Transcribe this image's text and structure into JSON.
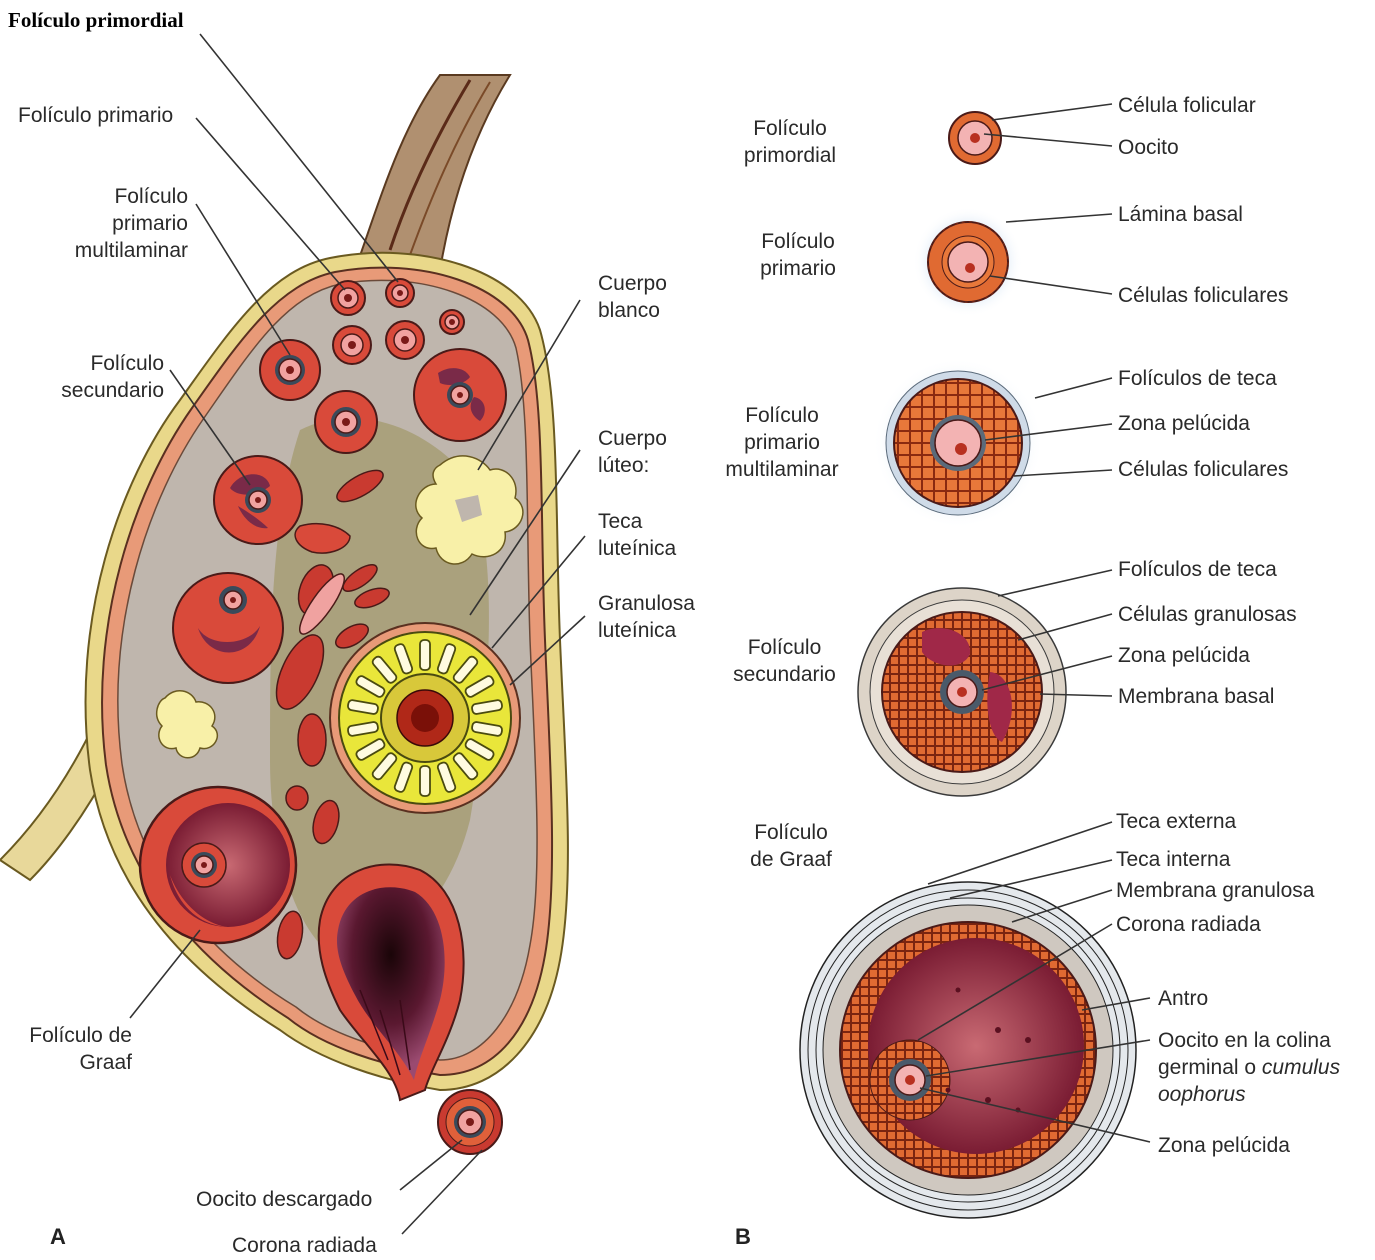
{
  "title": "Folículo primordial",
  "panels": {
    "a": "A",
    "b": "B"
  },
  "panel_a": {
    "primario": "Folículo primario",
    "multilaminar": [
      "Folículo",
      "primario",
      "multilaminar"
    ],
    "secundario": [
      "Folículo",
      "secundario"
    ],
    "graaf": [
      "Folículo de",
      "Graaf"
    ],
    "cuerpo_blanco": [
      "Cuerpo",
      "blanco"
    ],
    "cuerpo_luteo": [
      "Cuerpo",
      "lúteo:"
    ],
    "teca_luteinica": [
      "Teca",
      "luteínica"
    ],
    "granulosa_luteinica": [
      "Granulosa",
      "luteínica"
    ],
    "oocito_descargado": "Oocito descargado",
    "corona_radiada": "Corona radiada"
  },
  "panel_b": {
    "stage1": {
      "name": [
        "Folículo",
        "primordial"
      ],
      "labels": [
        "Célula folicular",
        "Oocito"
      ]
    },
    "stage2": {
      "name": [
        "Folículo",
        "primario"
      ],
      "labels": [
        "Lámina basal",
        "Células foliculares"
      ]
    },
    "stage3": {
      "name": [
        "Folículo",
        "primario",
        "multilaminar"
      ],
      "labels": [
        "Folículos de teca",
        "Zona pelúcida",
        "Células foliculares"
      ]
    },
    "stage4": {
      "name": [
        "Folículo",
        "secundario"
      ],
      "labels": [
        "Folículos de teca",
        "Células granulosas",
        "Zona pelúcida",
        "Membrana basal"
      ]
    },
    "stage5": {
      "name": [
        "Folículo",
        "de Graaf"
      ],
      "labels": [
        "Teca externa",
        "Teca interna",
        "Membrana granulosa",
        "Corona radiada",
        "Antro"
      ],
      "cumulus": [
        "Oocito en la colina",
        "germinal o",
        "cumulus",
        "oophorus"
      ],
      "zona": "Zona pelúcida"
    }
  }
}
